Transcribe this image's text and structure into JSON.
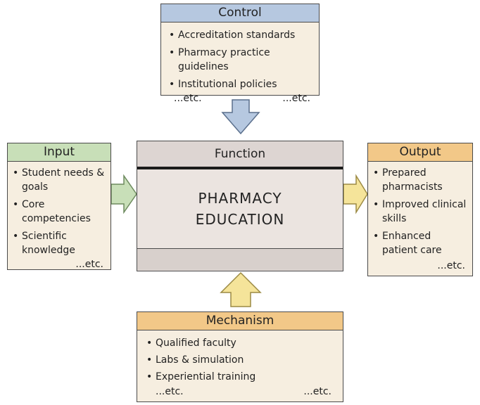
{
  "control": {
    "title": "Control",
    "items": [
      "Accreditation standards",
      "Pharmacy practice guidelines",
      "Institutional policies"
    ],
    "etc_left": "...etc.",
    "etc_right": "...etc."
  },
  "input": {
    "title": "Input",
    "items": [
      "Student needs & goals",
      "Core competencies",
      "Scientific knowledge"
    ],
    "etc": "...etc."
  },
  "function": {
    "title": "Function",
    "line1": "PHARMACY",
    "line2": "EDUCATION"
  },
  "output": {
    "title": "Output",
    "items": [
      "Prepared pharmacists",
      "Improved clinical skills",
      "Enhanced patient care"
    ],
    "etc": "...etc."
  },
  "mechanism": {
    "title": "Mechanism",
    "items": [
      "Qualified faculty",
      "Labs & simulation",
      "Experiential training"
    ],
    "etc_left": "...etc.",
    "etc_right": "...etc."
  },
  "colors": {
    "control_header": "#b6c8e0",
    "input_header": "#c8dfb8",
    "output_header": "#f2c888",
    "mechanism_header": "#f2c888",
    "box_fill": "#f6eee0",
    "function_fill": "#e2dad6",
    "arrow_blue": "#b6c8e0",
    "arrow_green": "#c8dfb8",
    "arrow_yellow": "#f5e49a"
  }
}
